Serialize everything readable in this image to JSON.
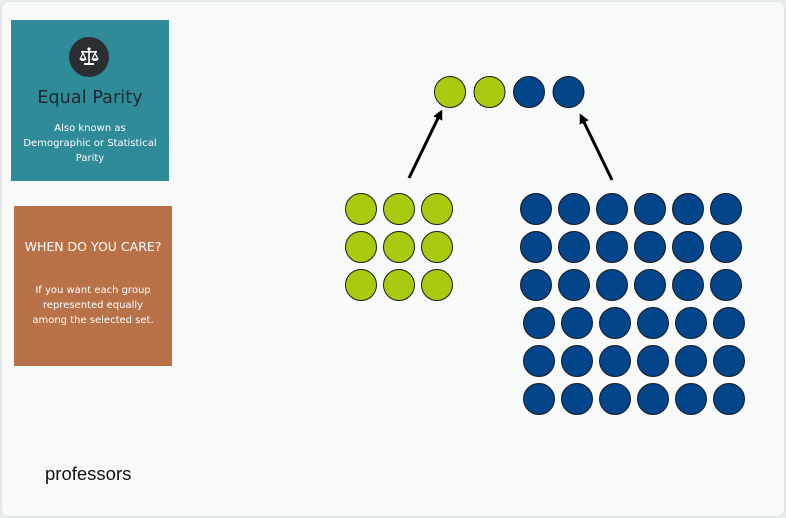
{
  "metric_card": {
    "icon": "balance-scale-icon",
    "title": "Equal Parity",
    "description": "Also known as Demographic or Statistical Parity",
    "background": "#2f8a9a"
  },
  "care_card": {
    "title": "WHEN DO YOU CARE?",
    "description": "If you want each group represented equally among the selected set.",
    "background": "#b97247"
  },
  "caption": "professors",
  "colors": {
    "group_a": "#a8cb12",
    "group_b": "#02458b",
    "arrow": "#000000"
  },
  "groups": {
    "group_a_total": 9,
    "group_b_total": 36
  },
  "selected": [
    "group_a",
    "group_a",
    "group_b",
    "group_b"
  ]
}
